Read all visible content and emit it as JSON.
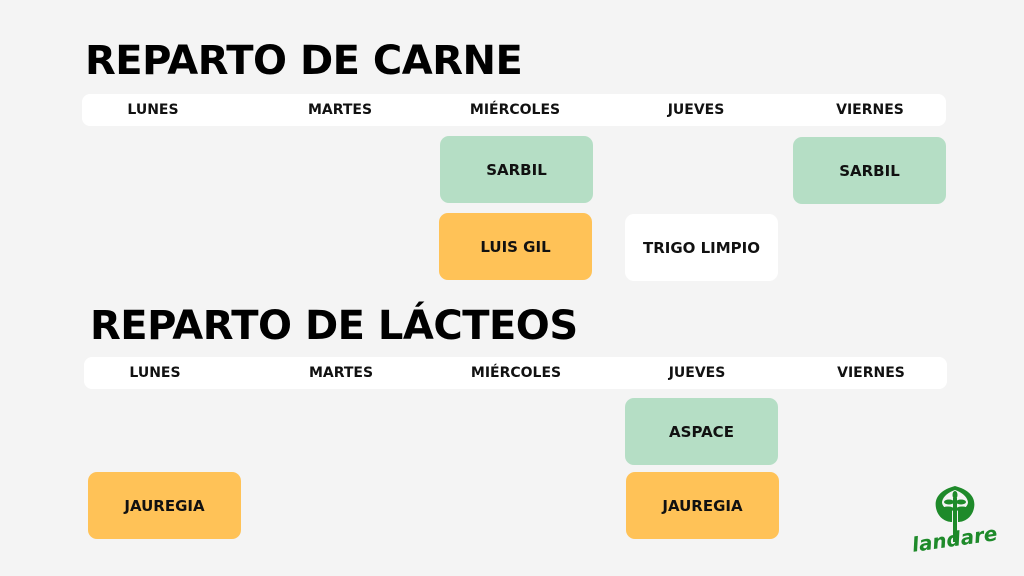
{
  "sections": [
    {
      "title": "REPARTO DE CARNE",
      "days": [
        "LUNES",
        "MARTES",
        "MIÉRCOLES",
        "JUEVES",
        "VIERNES"
      ],
      "entries": [
        {
          "day": "MIÉRCOLES",
          "label": "SARBIL",
          "color": "#b5dec5"
        },
        {
          "day": "MIÉRCOLES",
          "label": "LUIS GIL",
          "color": "#ffc257"
        },
        {
          "day": "JUEVES",
          "label": "TRIGO LIMPIO",
          "color": "#ffffff"
        },
        {
          "day": "VIERNES",
          "label": "SARBIL",
          "color": "#b5dec5"
        }
      ]
    },
    {
      "title": "REPARTO DE LÁCTEOS",
      "days": [
        "LUNES",
        "MARTES",
        "MIÉRCOLES",
        "JUEVES",
        "VIERNES"
      ],
      "entries": [
        {
          "day": "JUEVES",
          "label": "ASPACE",
          "color": "#b5dec5"
        },
        {
          "day": "LUNES",
          "label": "JAUREGIA",
          "color": "#ffc257"
        },
        {
          "day": "JUEVES",
          "label": "JAUREGIA",
          "color": "#ffc257"
        }
      ]
    }
  ],
  "logo": {
    "text": "landare",
    "color": "#1e8a2a"
  }
}
